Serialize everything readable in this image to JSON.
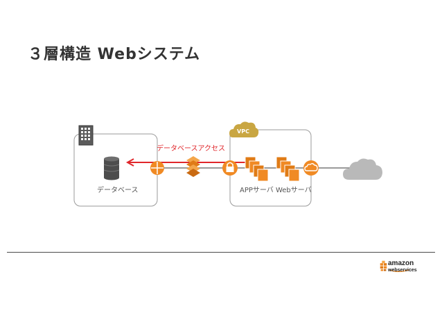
{
  "title": "３層構造 Webシステム",
  "labels": {
    "db_access": "データベースアクセス",
    "database": "データベース",
    "servers": "APPサーバ Webサーバ"
  },
  "vpc_badge": "VPC",
  "logo": {
    "line1": "amazon",
    "line2": "webservices"
  },
  "colors": {
    "accent_red": "#e0262a",
    "aws_orange": "#f08a24",
    "vpc_gold": "#c9a642",
    "cloud_gray": "#b9b9b9"
  },
  "icons": [
    "datacenter-icon",
    "database-icon",
    "router-icon",
    "storage-gateway-icon",
    "vpn-lock-icon",
    "app-server-instances-icon",
    "web-server-instances-icon",
    "internet-gateway-icon",
    "internet-cloud-icon"
  ]
}
